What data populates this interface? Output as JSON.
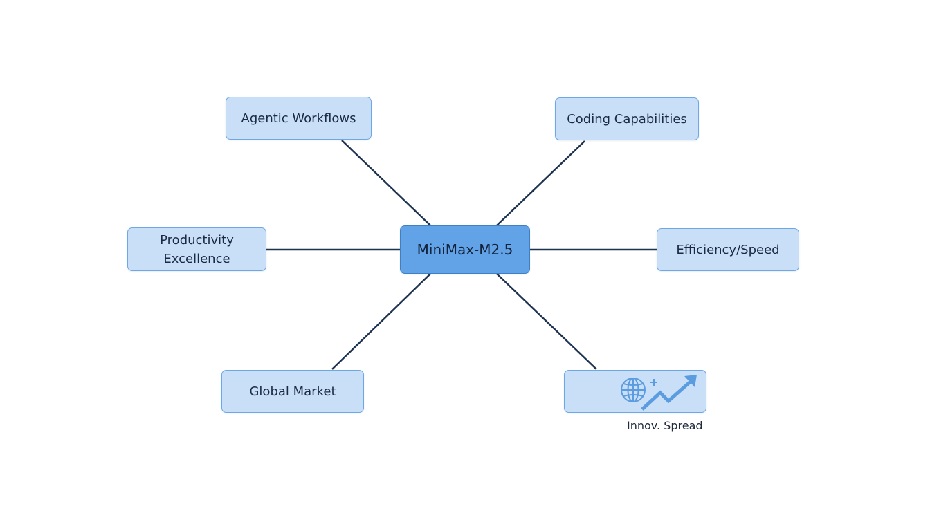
{
  "diagram": {
    "type": "mind-map",
    "center": {
      "label": "MiniMax-M2.5"
    },
    "branches": [
      {
        "id": "agentic",
        "label": "Agentic Workflows"
      },
      {
        "id": "coding",
        "label": "Coding Capabilities"
      },
      {
        "id": "productivity",
        "label": "Productivity\nExcellence"
      },
      {
        "id": "efficiency",
        "label": "Efficiency/Speed"
      },
      {
        "id": "global",
        "label": "Global Market"
      },
      {
        "id": "innov",
        "label": "",
        "icons": [
          "globe-icon",
          "plus-icon",
          "trending-up-arrow-icon"
        ],
        "caption": "Innov. Spread"
      }
    ],
    "edges": [
      [
        "center",
        "agentic"
      ],
      [
        "center",
        "coding"
      ],
      [
        "center",
        "productivity"
      ],
      [
        "center",
        "efficiency"
      ],
      [
        "center",
        "global"
      ],
      [
        "center",
        "innov"
      ]
    ],
    "colors": {
      "node_fill": "#c9dff7",
      "node_border": "#6ea7e6",
      "center_fill": "#62a2e6",
      "connector": "#1e3350",
      "icon": "#5b9be0"
    }
  }
}
